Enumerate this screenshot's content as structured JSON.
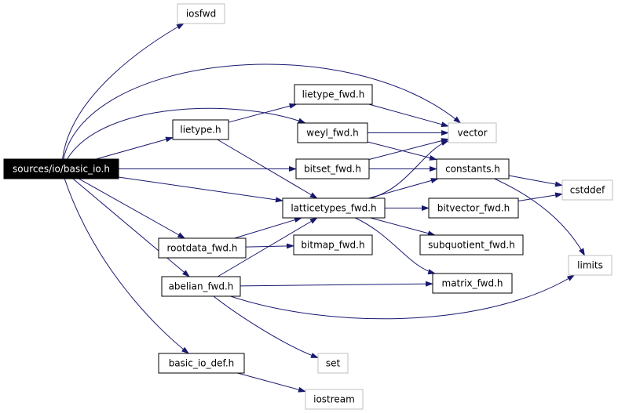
{
  "graph": {
    "colors": {
      "edge": "#191970",
      "node_border": "#000000",
      "external_border": "#bfbfbf",
      "root_fill": "#000000",
      "root_text": "#ffffff",
      "text": "#000000"
    },
    "nodes": [
      {
        "id": "basic_io",
        "label": "sources/io/basic_io.h",
        "kind": "root"
      },
      {
        "id": "iosfwd",
        "label": "iosfwd",
        "kind": "external"
      },
      {
        "id": "lietype_fwd",
        "label": "lietype_fwd.h",
        "kind": "normal"
      },
      {
        "id": "lietype",
        "label": "lietype.h",
        "kind": "normal"
      },
      {
        "id": "weyl_fwd",
        "label": "weyl_fwd.h",
        "kind": "normal"
      },
      {
        "id": "vector",
        "label": "vector",
        "kind": "external"
      },
      {
        "id": "bitset_fwd",
        "label": "bitset_fwd.h",
        "kind": "normal"
      },
      {
        "id": "constants",
        "label": "constants.h",
        "kind": "normal"
      },
      {
        "id": "cstddef",
        "label": "cstddef",
        "kind": "external"
      },
      {
        "id": "latticetypes_fwd",
        "label": "latticetypes_fwd.h",
        "kind": "normal"
      },
      {
        "id": "bitvector_fwd",
        "label": "bitvector_fwd.h",
        "kind": "normal"
      },
      {
        "id": "rootdata_fwd",
        "label": "rootdata_fwd.h",
        "kind": "normal"
      },
      {
        "id": "bitmap_fwd",
        "label": "bitmap_fwd.h",
        "kind": "normal"
      },
      {
        "id": "subquotient_fwd",
        "label": "subquotient_fwd.h",
        "kind": "normal"
      },
      {
        "id": "limits",
        "label": "limits",
        "kind": "external"
      },
      {
        "id": "abelian_fwd",
        "label": "abelian_fwd.h",
        "kind": "normal"
      },
      {
        "id": "matrix_fwd",
        "label": "matrix_fwd.h",
        "kind": "normal"
      },
      {
        "id": "basic_io_def",
        "label": "basic_io_def.h",
        "kind": "normal"
      },
      {
        "id": "set",
        "label": "set",
        "kind": "external"
      },
      {
        "id": "iostream",
        "label": "iostream",
        "kind": "external"
      }
    ],
    "edges": [
      {
        "from": "basic_io",
        "to": "iosfwd"
      },
      {
        "from": "basic_io",
        "to": "vector"
      },
      {
        "from": "basic_io",
        "to": "weyl_fwd"
      },
      {
        "from": "basic_io",
        "to": "lietype"
      },
      {
        "from": "basic_io",
        "to": "bitset_fwd"
      },
      {
        "from": "basic_io",
        "to": "latticetypes_fwd"
      },
      {
        "from": "basic_io",
        "to": "rootdata_fwd"
      },
      {
        "from": "basic_io",
        "to": "abelian_fwd"
      },
      {
        "from": "basic_io",
        "to": "basic_io_def"
      },
      {
        "from": "lietype",
        "to": "lietype_fwd"
      },
      {
        "from": "lietype",
        "to": "latticetypes_fwd"
      },
      {
        "from": "lietype_fwd",
        "to": "vector"
      },
      {
        "from": "weyl_fwd",
        "to": "vector"
      },
      {
        "from": "weyl_fwd",
        "to": "constants"
      },
      {
        "from": "bitset_fwd",
        "to": "vector"
      },
      {
        "from": "bitset_fwd",
        "to": "constants"
      },
      {
        "from": "constants",
        "to": "cstddef"
      },
      {
        "from": "constants",
        "to": "limits"
      },
      {
        "from": "latticetypes_fwd",
        "to": "vector"
      },
      {
        "from": "latticetypes_fwd",
        "to": "constants"
      },
      {
        "from": "latticetypes_fwd",
        "to": "bitvector_fwd"
      },
      {
        "from": "latticetypes_fwd",
        "to": "subquotient_fwd"
      },
      {
        "from": "latticetypes_fwd",
        "to": "matrix_fwd"
      },
      {
        "from": "bitvector_fwd",
        "to": "cstddef"
      },
      {
        "from": "rootdata_fwd",
        "to": "latticetypes_fwd"
      },
      {
        "from": "rootdata_fwd",
        "to": "bitmap_fwd"
      },
      {
        "from": "abelian_fwd",
        "to": "latticetypes_fwd"
      },
      {
        "from": "abelian_fwd",
        "to": "matrix_fwd"
      },
      {
        "from": "abelian_fwd",
        "to": "limits"
      },
      {
        "from": "abelian_fwd",
        "to": "set"
      },
      {
        "from": "basic_io_def",
        "to": "iostream"
      }
    ]
  }
}
